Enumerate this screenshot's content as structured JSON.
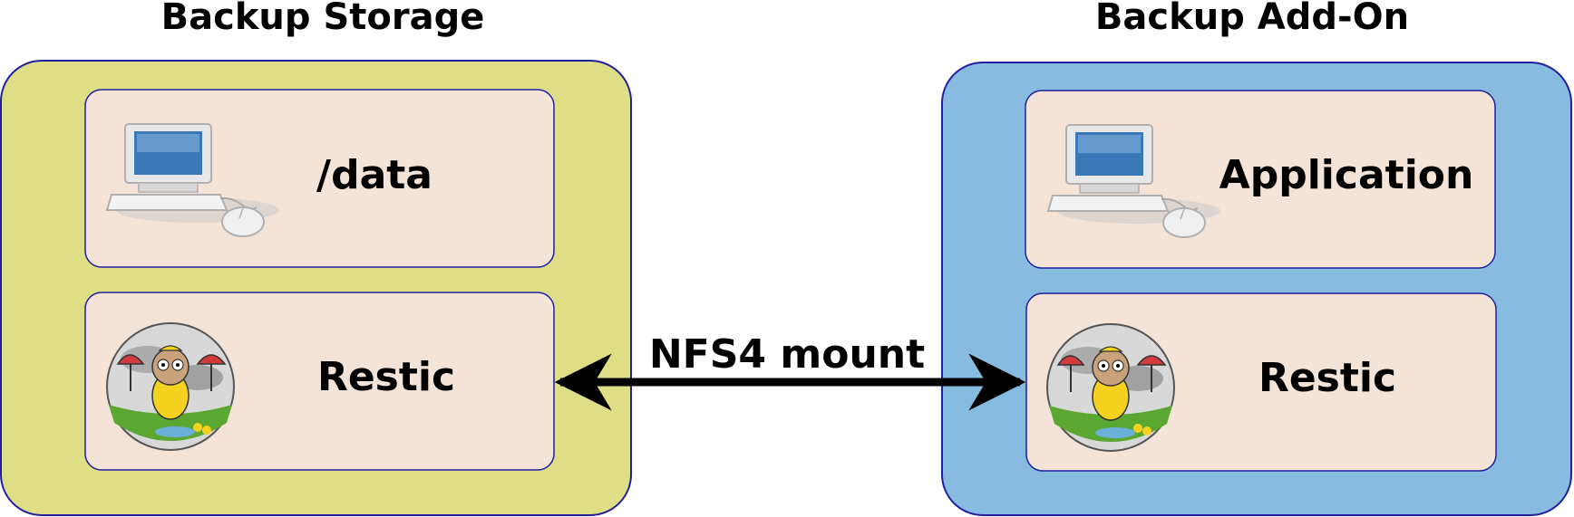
{
  "groups": {
    "storage": {
      "title": "Backup Storage",
      "fill": "#dede87",
      "stroke": "#1f1fa0"
    },
    "addon": {
      "title": "Backup Add-On",
      "fill": "#87bbdf",
      "stroke": "#1f1fa0"
    }
  },
  "nodes": {
    "storage_data": {
      "label": "/data",
      "icon": "computer-icon"
    },
    "storage_restic": {
      "label": "Restic",
      "icon": "restic-gopher-icon"
    },
    "addon_app": {
      "label": "Application",
      "icon": "computer-icon"
    },
    "addon_restic": {
      "label": "Restic",
      "icon": "restic-gopher-icon"
    }
  },
  "node_fill": "#f4e3d7",
  "edge": {
    "label": "NFS4 mount",
    "direction": "bidirectional",
    "color": "#000000"
  }
}
